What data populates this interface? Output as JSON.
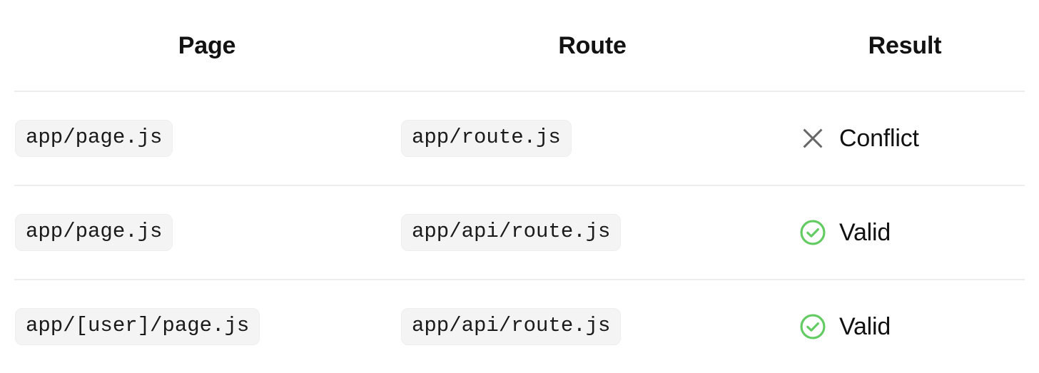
{
  "table": {
    "columns": [
      {
        "key": "page",
        "label": "Page"
      },
      {
        "key": "route",
        "label": "Route"
      },
      {
        "key": "result",
        "label": "Result"
      }
    ],
    "rows": [
      {
        "page": "app/page.js",
        "route": "app/route.js",
        "result_label": "Conflict",
        "result_status": "conflict",
        "result_icon": "x-icon"
      },
      {
        "page": "app/page.js",
        "route": "app/api/route.js",
        "result_label": "Valid",
        "result_status": "valid",
        "result_icon": "check-circle-icon"
      },
      {
        "page": "app/[user]/page.js",
        "route": "app/api/route.js",
        "result_label": "Valid",
        "result_status": "valid",
        "result_icon": "check-circle-icon"
      }
    ]
  },
  "colors": {
    "valid": "#62cb62",
    "conflict": "#666666",
    "divider": "#ededed",
    "pill_bg": "#f4f4f4",
    "pill_border": "#eeeeee",
    "text": "#111111"
  }
}
